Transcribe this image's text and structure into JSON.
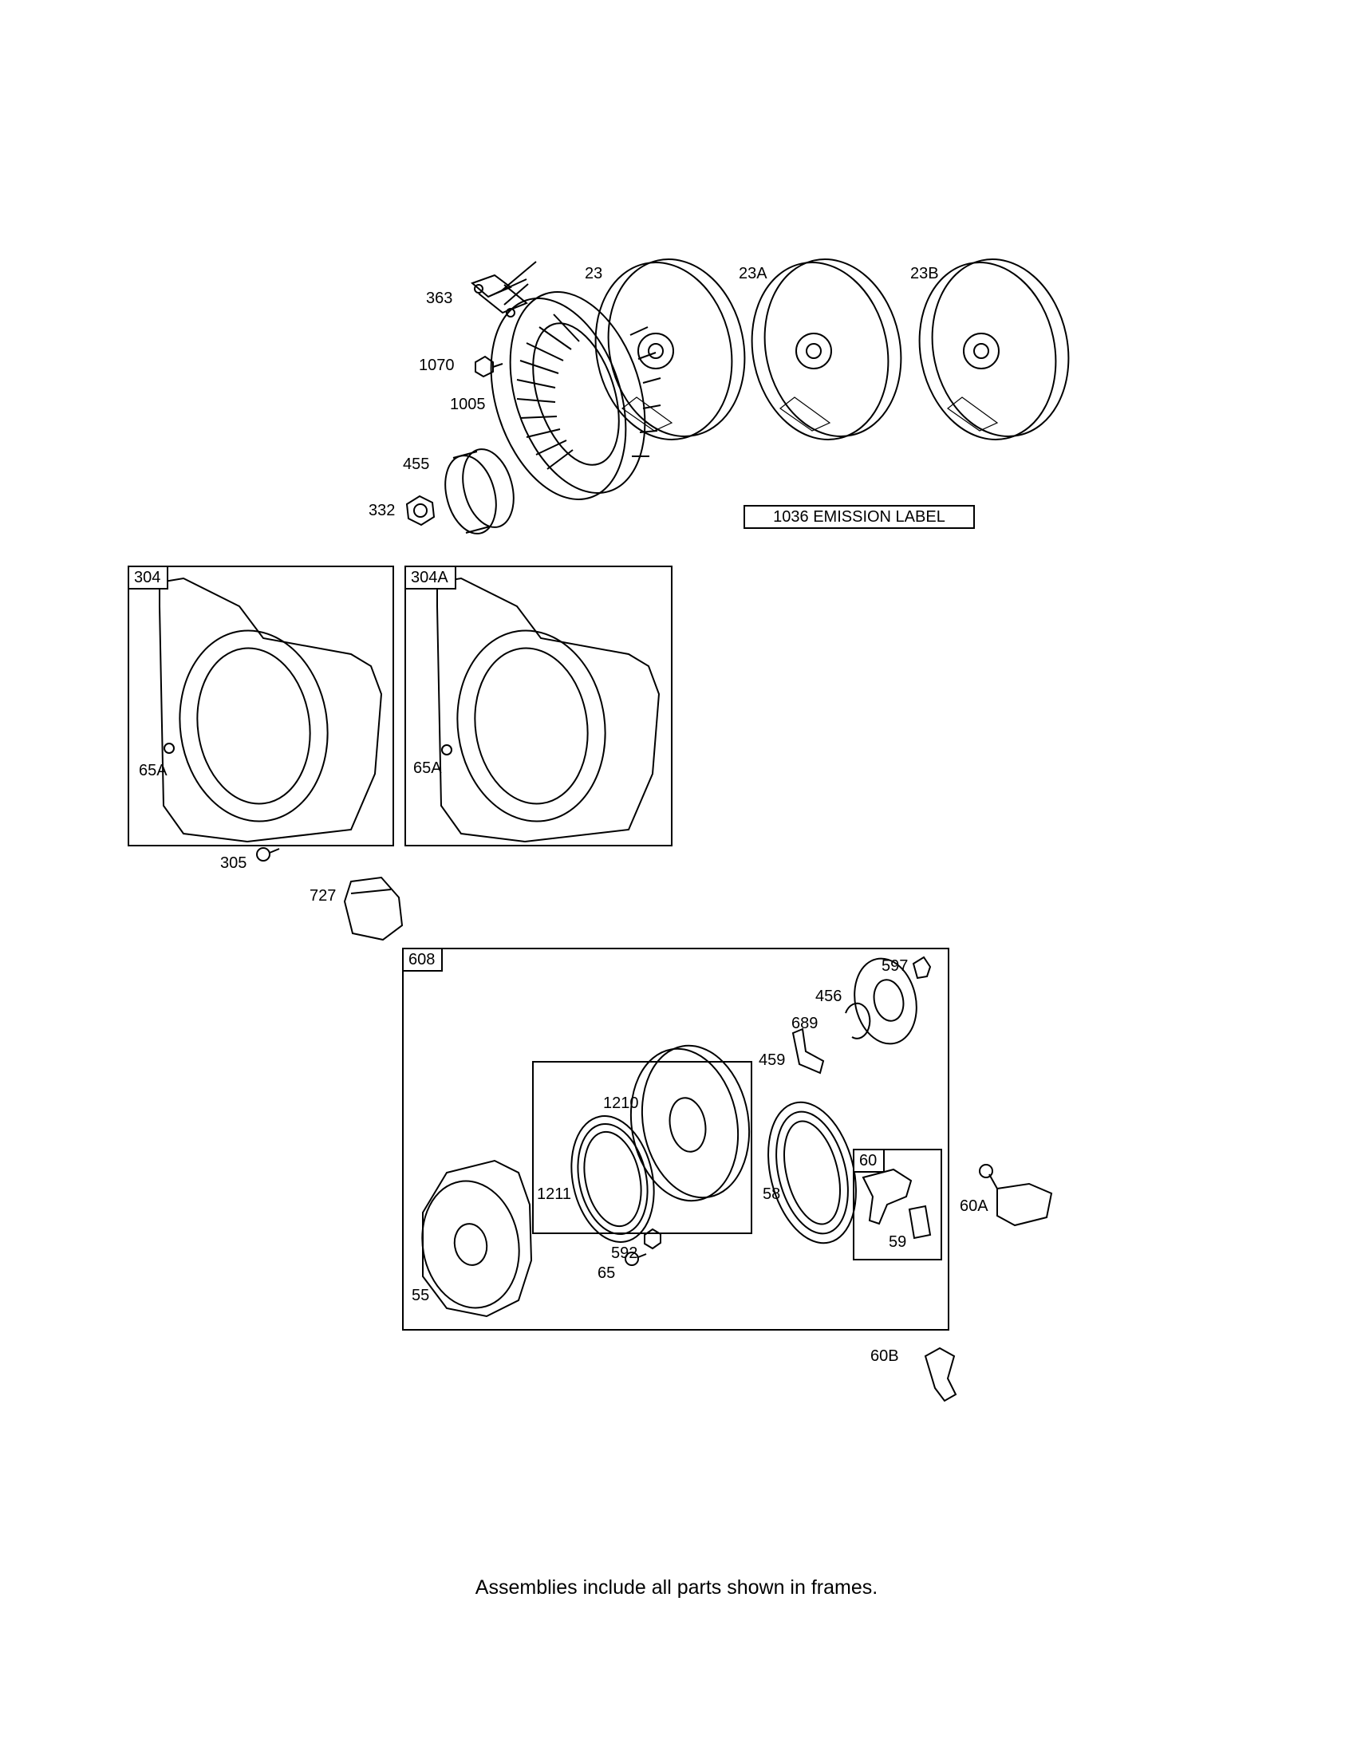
{
  "flywheel_section": {
    "labels": {
      "p363": "363",
      "p1070": "1070",
      "p1005": "1005",
      "p455": "455",
      "p332": "332",
      "p23": "23",
      "p23a": "23A",
      "p23b": "23B"
    },
    "emission_label": "1036 EMISSION LABEL"
  },
  "blower_section": {
    "frame_304": {
      "tag": "304",
      "screw_label": "65A"
    },
    "frame_304a": {
      "tag": "304A",
      "screw_label": "65A"
    },
    "labels": {
      "p305": "305",
      "p727": "727"
    }
  },
  "starter_section": {
    "frame_608": {
      "tag": "608"
    },
    "labels": {
      "p597": "597",
      "p456": "456",
      "p689": "689",
      "p459": "459",
      "p1210": "1210",
      "p1211": "1211",
      "p58": "58",
      "p592": "592",
      "p65": "65",
      "p55": "55",
      "p60a": "60A",
      "p60b": "60B"
    },
    "frame_60": {
      "tag": "60",
      "label_59": "59"
    }
  },
  "footer": "Assemblies include all parts shown in frames."
}
